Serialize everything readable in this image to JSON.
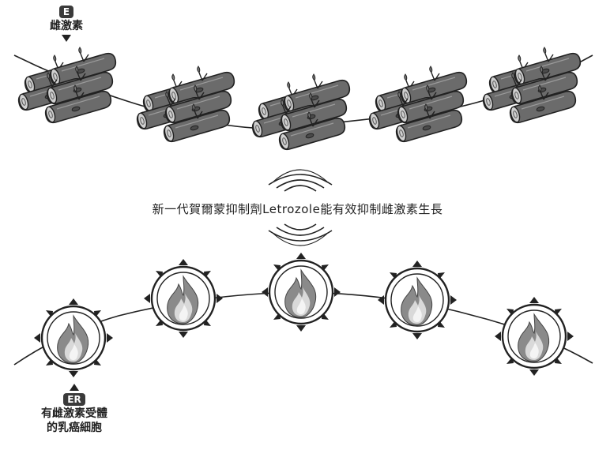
{
  "top_label": {
    "badge": "E",
    "text": "雌激素"
  },
  "caption": "新一代賀爾蒙抑制劑Letrozole能有效抑制雌激素生長",
  "bottom_label": {
    "badge": "ER",
    "line1": "有雌激素受體",
    "line2": "的乳癌細胞"
  },
  "icons": {
    "log_bundle": "firewood-bundle-icon",
    "flame_cell": "flame-cell-icon",
    "signal": "sound-wave-icon"
  },
  "colors": {
    "log_fill": "#6b6b6b",
    "log_dark": "#3e3e3e",
    "flame_outer": "#8a8a8a",
    "flame_inner": "#d9d9d9",
    "stroke": "#222222"
  }
}
